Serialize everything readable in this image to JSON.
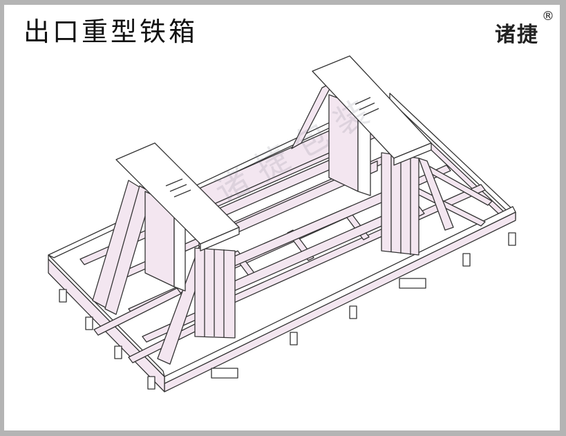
{
  "header": {
    "title": "出口重型铁箱",
    "brand": "诸捷",
    "registered_mark": "®"
  },
  "illustration": {
    "subject": "heavy-duty steel crate isometric line drawing",
    "watermark": "诸捷包装",
    "colors": {
      "frame_border": "#b4b4b4",
      "background": "#ffffff",
      "beam_fill": "#f3e6f0",
      "plate_fill": "#ffffff",
      "stroke": "#333333"
    }
  }
}
